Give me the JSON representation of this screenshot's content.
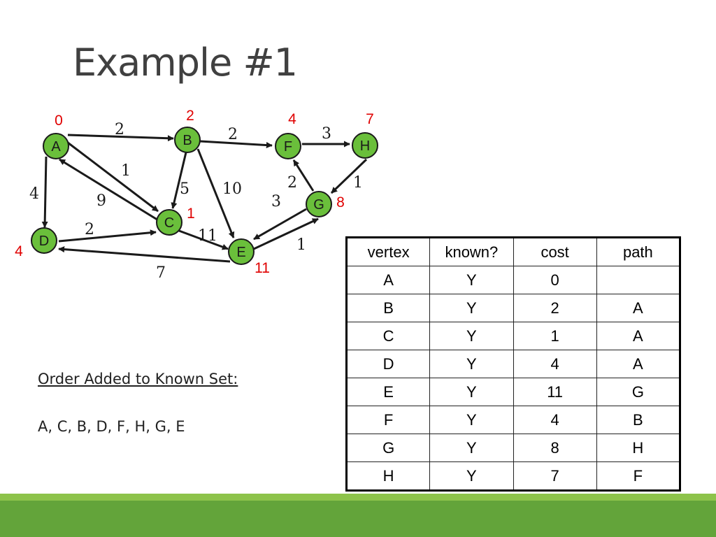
{
  "slide": {
    "title": "Example #1"
  },
  "graph": {
    "nodes": [
      {
        "id": "A",
        "label": "A",
        "dist": "0"
      },
      {
        "id": "B",
        "label": "B",
        "dist": "2"
      },
      {
        "id": "C",
        "label": "C",
        "dist": "1"
      },
      {
        "id": "D",
        "label": "D",
        "dist": "4"
      },
      {
        "id": "E",
        "label": "E",
        "dist": "11"
      },
      {
        "id": "F",
        "label": "F",
        "dist": "4"
      },
      {
        "id": "G",
        "label": "G",
        "dist": "8"
      },
      {
        "id": "H",
        "label": "H",
        "dist": "7"
      }
    ],
    "edges": [
      {
        "from": "A",
        "to": "B",
        "weight": "2"
      },
      {
        "from": "A",
        "to": "C",
        "weight": "1"
      },
      {
        "from": "C",
        "to": "A",
        "weight": "9"
      },
      {
        "from": "A",
        "to": "D",
        "weight": "4"
      },
      {
        "from": "B",
        "to": "C",
        "weight": "5"
      },
      {
        "from": "B",
        "to": "E",
        "weight": "10"
      },
      {
        "from": "B",
        "to": "F",
        "weight": "2"
      },
      {
        "from": "D",
        "to": "C",
        "weight": "2"
      },
      {
        "from": "C",
        "to": "E",
        "weight": "11"
      },
      {
        "from": "E",
        "to": "D",
        "weight": "7"
      },
      {
        "from": "E",
        "to": "G",
        "weight": "1"
      },
      {
        "from": "G",
        "to": "E",
        "weight": "3"
      },
      {
        "from": "G",
        "to": "F",
        "weight": "2"
      },
      {
        "from": "F",
        "to": "H",
        "weight": "3"
      },
      {
        "from": "H",
        "to": "G",
        "weight": "1"
      }
    ],
    "colors": {
      "node_fill": "#6abf3b",
      "node_stroke": "#1a1a1a",
      "dist_label": "#e00000",
      "edge": "#1a1a1a"
    }
  },
  "order": {
    "label": "Order Added to Known Set:",
    "sequence": "A, C, B, D, F, H, G, E"
  },
  "table": {
    "headers": [
      "vertex",
      "known?",
      "cost",
      "path"
    ],
    "rows": [
      [
        "A",
        "Y",
        "0",
        ""
      ],
      [
        "B",
        "Y",
        "2",
        "A"
      ],
      [
        "C",
        "Y",
        "1",
        "A"
      ],
      [
        "D",
        "Y",
        "4",
        "A"
      ],
      [
        "E",
        "Y",
        "11",
        "G"
      ],
      [
        "F",
        "Y",
        "4",
        "B"
      ],
      [
        "G",
        "Y",
        "8",
        "H"
      ],
      [
        "H",
        "Y",
        "7",
        "F"
      ]
    ]
  },
  "theme": {
    "bar_light": "#8dc34b",
    "bar_dark": "#63a43a"
  }
}
